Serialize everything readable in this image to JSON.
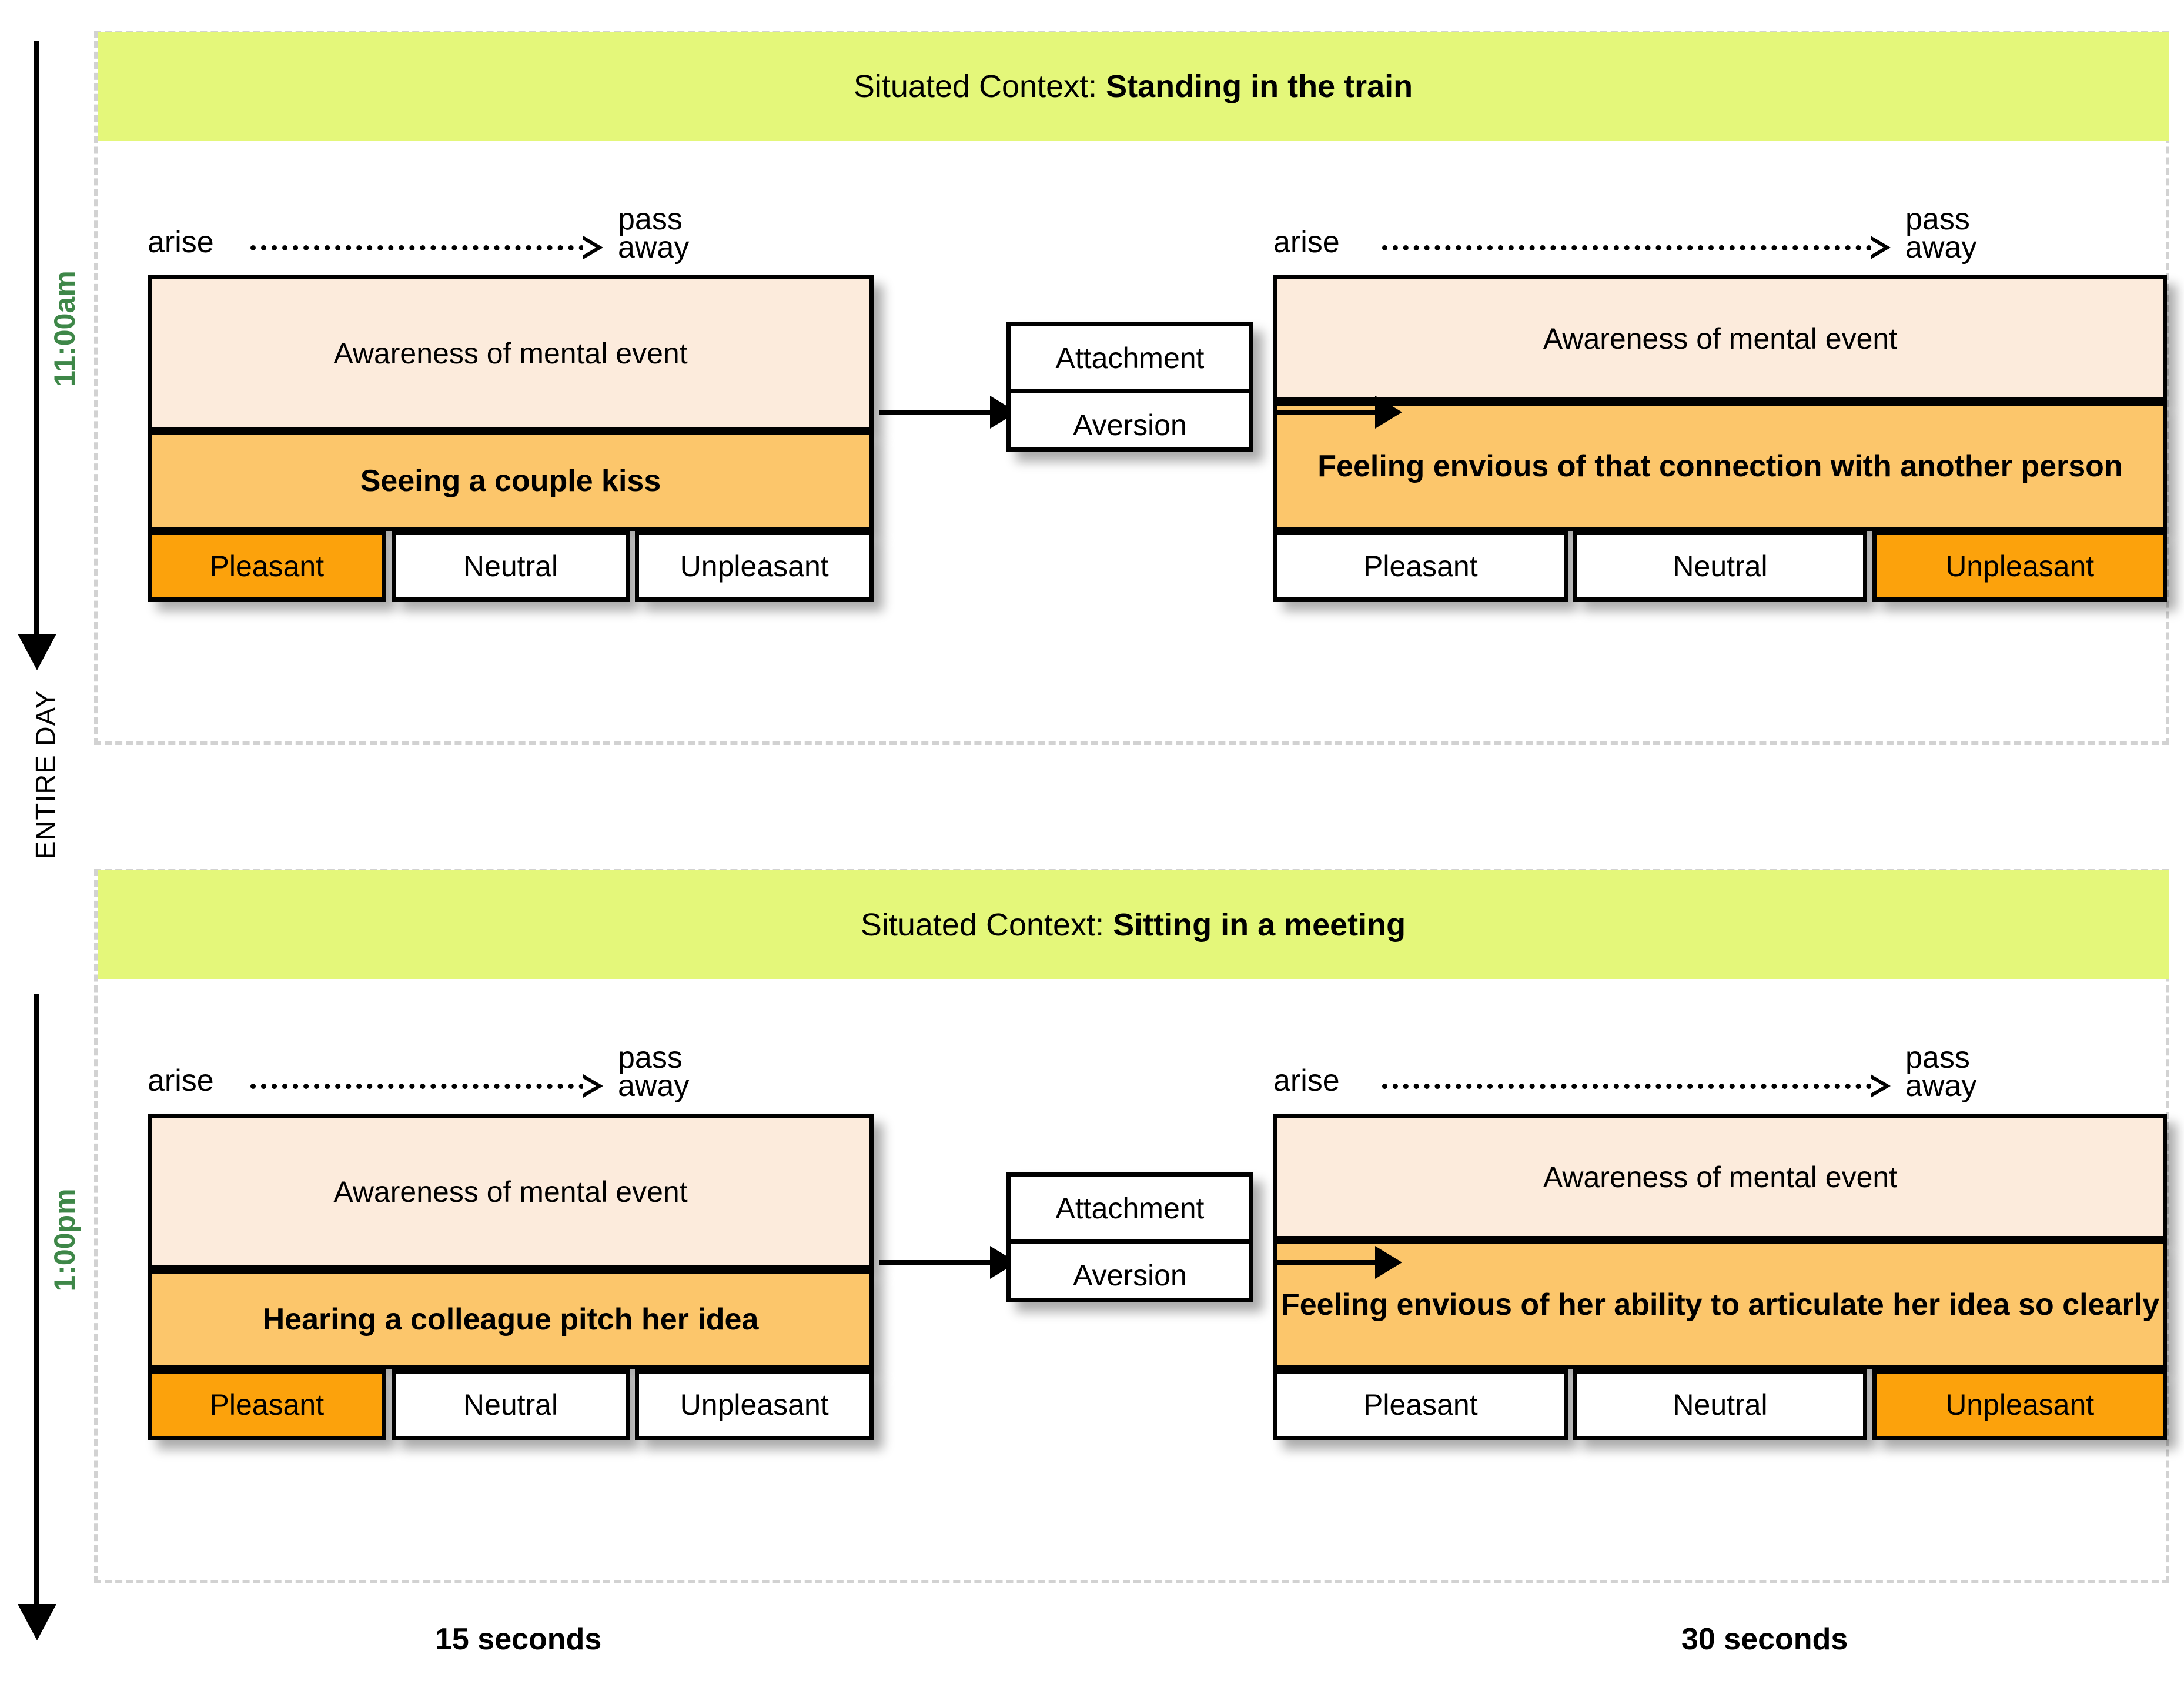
{
  "axis": {
    "caption": "ENTIRE DAY",
    "time_labels": [
      "11:00am",
      "1:00pm"
    ],
    "accent_color": "#3e8748"
  },
  "colors": {
    "context_banner": "#e4f77a",
    "awareness": "#fcebdc",
    "event": "#fcc66b",
    "valence_active": "#fca20c",
    "dashed_border": "#d2d2d2"
  },
  "shared": {
    "arise_label": "arise",
    "pass_away_line1": "pass",
    "pass_away_line2": "away",
    "awareness_label": "Awareness of mental event",
    "context_prefix": "Situated Context: ",
    "valence_options": [
      "Pleasant",
      "Neutral",
      "Unpleasant"
    ],
    "hub_options": [
      "Attachment",
      "Aversion"
    ]
  },
  "sessions": [
    {
      "time": "11:00am",
      "context": "Standing in the train",
      "left_episode": {
        "awareness": "Awareness of mental event",
        "event": "Seeing a couple kiss",
        "valence": [
          "Pleasant",
          "Neutral",
          "Unpleasant"
        ],
        "selected_valence": "Pleasant"
      },
      "hub": {
        "top": "Attachment",
        "bottom": "Aversion"
      },
      "right_episode": {
        "awareness": "Awareness of mental event",
        "event": "Feeling envious of that connection with another person",
        "valence": [
          "Pleasant",
          "Neutral",
          "Unpleasant"
        ],
        "selected_valence": "Unpleasant"
      }
    },
    {
      "time": "1:00pm",
      "context": "Sitting in a meeting",
      "left_episode": {
        "awareness": "Awareness of mental event",
        "event": "Hearing a colleague pitch her idea",
        "valence": [
          "Pleasant",
          "Neutral",
          "Unpleasant"
        ],
        "selected_valence": "Pleasant"
      },
      "hub": {
        "top": "Attachment",
        "bottom": "Aversion"
      },
      "right_episode": {
        "awareness": "Awareness of mental event",
        "event": "Feeling envious of her ability to articulate her idea so clearly",
        "valence": [
          "Pleasant",
          "Neutral",
          "Unpleasant"
        ],
        "selected_valence": "Unpleasant"
      }
    }
  ],
  "durations": {
    "left": "15 seconds",
    "right": "30 seconds"
  }
}
